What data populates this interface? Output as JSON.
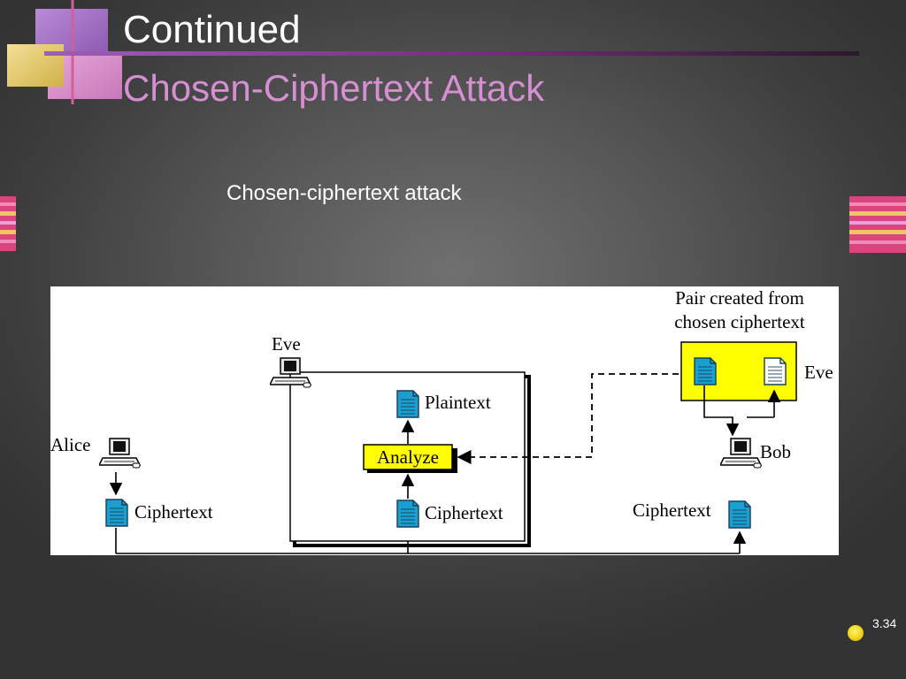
{
  "slide": {
    "title": "Continued",
    "subtitle": "Chosen-Ciphertext Attack",
    "caption": "Chosen-ciphertext attack",
    "page_number": "3.34"
  },
  "colors": {
    "title": "#ffffff",
    "subtitle": "#d68fd3",
    "highlight_box": "#ffff00",
    "document_icon": "#1a9fd0",
    "plaintext_icon": "#ffffff",
    "accent_pink": "#e0568e",
    "accent_gold": "#e8c95a",
    "accent_purple": "#a46bc3"
  },
  "diagram": {
    "labels": {
      "pair_created_line1": "Pair created from",
      "pair_created_line2": "chosen ciphertext",
      "eve_top": "Eve",
      "eve_right": "Eve",
      "plaintext": "Plaintext",
      "analyze": "Analyze",
      "alice": "Alice",
      "bob": "Bob",
      "ciphertext_alice": "Ciphertext",
      "ciphertext_center": "Ciphertext",
      "ciphertext_bob": "Ciphertext"
    },
    "icons": {
      "computer": "computer-icon",
      "ciphertext_document": "ciphertext-document-icon",
      "plaintext_document": "plaintext-document-icon"
    }
  }
}
